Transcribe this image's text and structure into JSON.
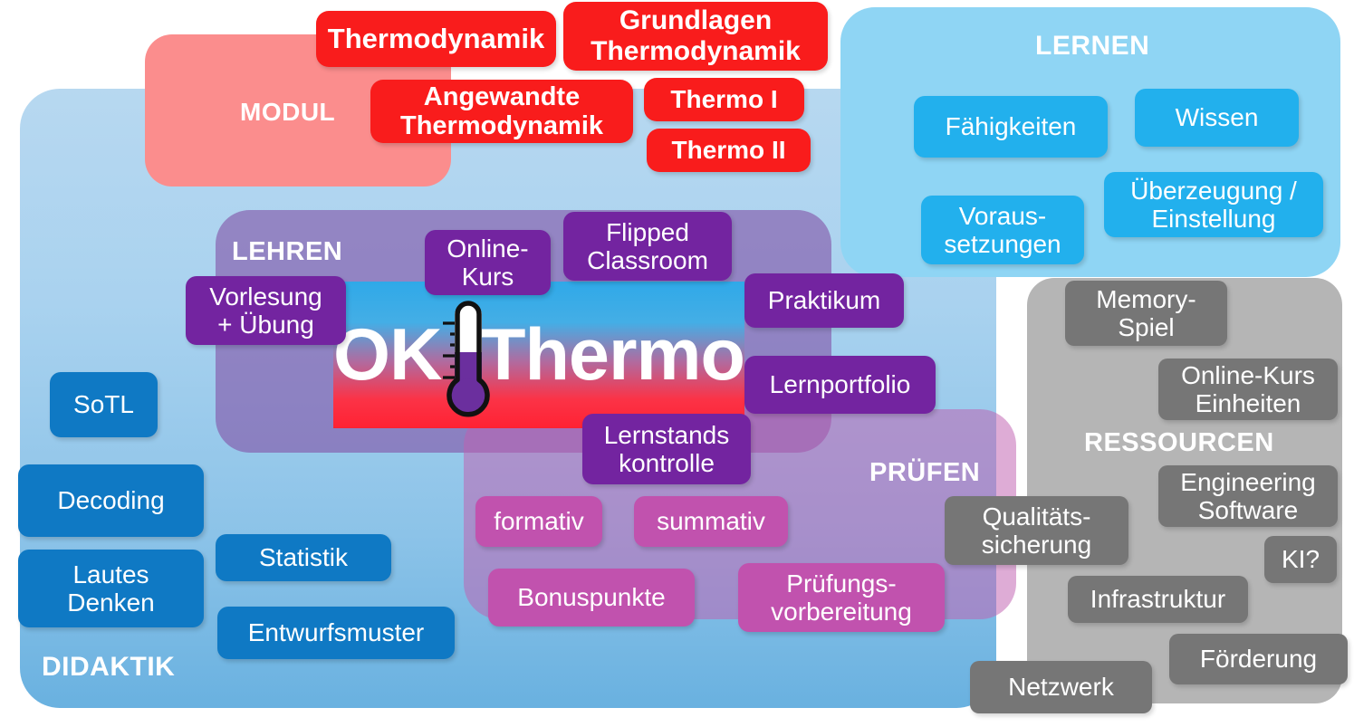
{
  "title": "OK Thermo",
  "logo": {
    "text_left": "OK",
    "text_right": "Thermo",
    "icon": "thermometer-icon"
  },
  "colors": {
    "red": "#f91c1c",
    "pink_panel": "#fb8d8d",
    "cyan": "#22b0ed",
    "cyan_panel": "#8fd5f4",
    "blue": "#0f79c4",
    "purple": "#7324a0",
    "magenta": "#c152ae",
    "gray": "#767676",
    "didaktik_panel_top": "#b7d8f0",
    "didaktik_panel_bottom": "#69b1e0",
    "banner_top": "#2fa9e8",
    "banner_bottom": "#ff2233"
  },
  "groups": {
    "modul": {
      "label": "MODUL",
      "nodes": [
        {
          "label": "Thermodynamik"
        },
        {
          "label": "Grundlagen\nThermodynamik"
        },
        {
          "label": "Angewandte\nThermodynamik"
        },
        {
          "label": "Thermo I"
        },
        {
          "label": "Thermo II"
        }
      ]
    },
    "lernen": {
      "label": "LERNEN",
      "nodes": [
        {
          "label": "Fähigkeiten"
        },
        {
          "label": "Wissen"
        },
        {
          "label": "Überzeugung /\nEinstellung"
        },
        {
          "label": "Voraus-\nsetzungen"
        }
      ]
    },
    "didaktik": {
      "label": "DIDAKTIK",
      "nodes": [
        {
          "label": "SoTL"
        },
        {
          "label": "Decoding"
        },
        {
          "label": "Lautes\nDenken"
        },
        {
          "label": "Statistik"
        },
        {
          "label": "Entwurfsmuster"
        }
      ]
    },
    "lehren": {
      "label": "LEHREN",
      "nodes": [
        {
          "label": "Vorlesung\n+ Übung"
        },
        {
          "label": "Online-\nKurs"
        },
        {
          "label": "Flipped\nClassroom"
        },
        {
          "label": "Praktikum"
        },
        {
          "label": "Lernportfolio"
        },
        {
          "label": "Lernstands\nkontrolle"
        }
      ]
    },
    "pruefen": {
      "label": "PRÜFEN",
      "nodes": [
        {
          "label": "formativ"
        },
        {
          "label": "summativ"
        },
        {
          "label": "Bonuspunkte"
        },
        {
          "label": "Prüfungs-\nvorbereitung"
        }
      ]
    },
    "ressourcen": {
      "label": "RESSOURCEN",
      "nodes": [
        {
          "label": "Memory-\nSpiel"
        },
        {
          "label": "Online-Kurs\nEinheiten"
        },
        {
          "label": "Engineering\nSoftware"
        },
        {
          "label": "KI?"
        },
        {
          "label": "Qualitäts-\nsicherung"
        },
        {
          "label": "Infrastruktur"
        },
        {
          "label": "Förderung"
        },
        {
          "label": "Netzwerk"
        }
      ]
    }
  }
}
